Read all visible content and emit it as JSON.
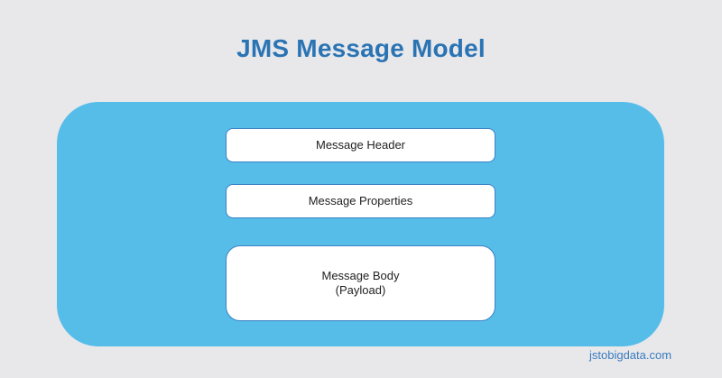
{
  "title": "JMS Message Model",
  "diagram": {
    "container_color": "#56bde9",
    "boxes": [
      {
        "label": "Message Header"
      },
      {
        "label": "Message Properties"
      },
      {
        "label": "Message Body",
        "sublabel": "(Payload)"
      }
    ]
  },
  "footer": {
    "text": "jstobigdata.com"
  },
  "colors": {
    "title": "#2b74b4",
    "background": "#e8e8eb",
    "box_border": "#3b82c4"
  }
}
